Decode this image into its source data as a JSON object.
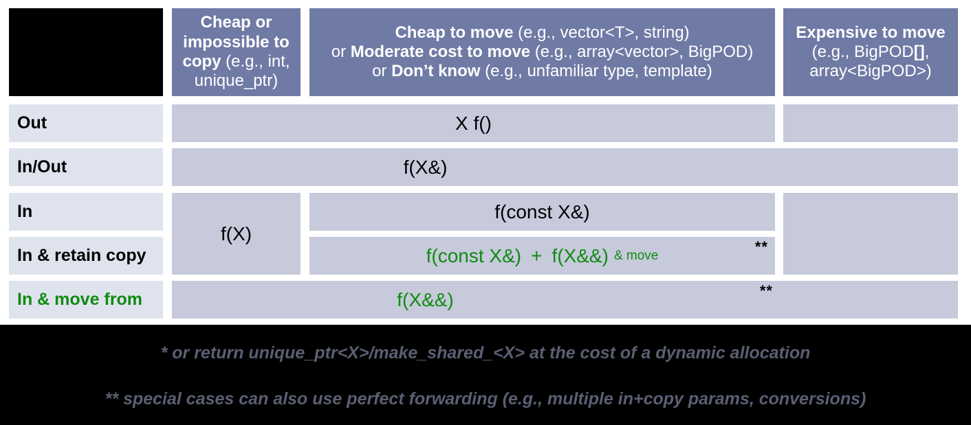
{
  "table": {
    "corner_label": "",
    "columns": [
      {
        "id": "cheap-or-impossible-to-copy",
        "line1_bold": "Cheap or",
        "line2_bold": "impossible to",
        "line3_bold": "copy",
        "line3_rest": " (e.g., int,",
        "line4_rest": "unique_ptr)"
      },
      {
        "id": "cheap-to-move",
        "line1_bold": "Cheap to move",
        "line1_rest": " (e.g., vector<T>, string)",
        "line2_pre": "or ",
        "line2_bold": "Moderate cost to move",
        "line2_rest": " (e.g., array<vector>, BigPOD)",
        "line3_pre": "or ",
        "line3_bold": "Don’t know",
        "line3_rest": " (e.g., unfamiliar type, template)"
      },
      {
        "id": "expensive-to-move",
        "line1_bold": "Expensive to move",
        "line2_rest": "(e.g., BigPOD",
        "line2_bold": "[]",
        "line2_tail": ",",
        "line3_rest": "array<BigPOD>)"
      }
    ],
    "rows": [
      {
        "id": "out",
        "label": "Out",
        "green": false
      },
      {
        "id": "in-out",
        "label": "In/Out",
        "green": false
      },
      {
        "id": "in",
        "label": "In",
        "green": false
      },
      {
        "id": "in-retain-copy",
        "label": "In & retain copy",
        "green": false
      },
      {
        "id": "in-move-from",
        "label": "In & move from",
        "green": true
      }
    ],
    "cells": {
      "out": {
        "value": "X f()",
        "green": false,
        "stars": ""
      },
      "in_out": {
        "value": "f(X&)",
        "green": false,
        "stars": ""
      },
      "in_cheap_copy": {
        "value": "f(X)",
        "green": false,
        "stars": ""
      },
      "in": {
        "value": "f(const X&)",
        "green": false,
        "stars": ""
      },
      "in_retain_copy_a": {
        "value": "f(const X&)",
        "green": true
      },
      "in_retain_copy_plus": {
        "value": "+",
        "green": true
      },
      "in_retain_copy_b": {
        "value": "f(X&&)",
        "green": true
      },
      "in_retain_copy_note": {
        "value": "& move",
        "green": true
      },
      "in_retain_copy_stars": {
        "value": "**"
      },
      "in_move_from": {
        "value": "f(X&&)",
        "green": true,
        "stars": "**"
      }
    }
  },
  "footnotes": {
    "one": "* or return unique_ptr<X>/make_shared_<X> at the cost of a dynamic allocation",
    "two": "** special cases can also use perfect forwarding (e.g., multiple in+copy params, conversions)"
  },
  "colors": {
    "header_fill": "#6f7aa5",
    "cell_fill": "#c6cadb",
    "rowhead_fill": "#dfe3ee",
    "green": "#108a10",
    "footnote_text": "#5a5f73",
    "background": "#000000"
  }
}
